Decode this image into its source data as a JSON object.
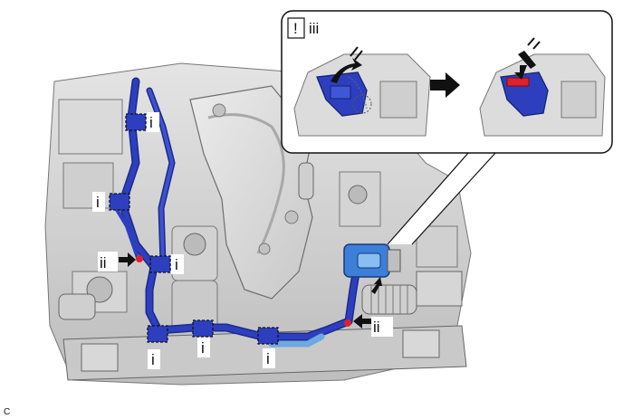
{
  "callout": {
    "attention_symbol": "!",
    "label": "iii"
  },
  "labels": {
    "i": "i",
    "ii": "ii"
  },
  "corner_code": "C",
  "colors": {
    "hose_blue": "#2d3fbf",
    "hose_light_blue": "#6fa8e0",
    "clip_red": "#e0202a",
    "engine_gray": "#d4d4d4",
    "arrow_black": "#111111"
  }
}
